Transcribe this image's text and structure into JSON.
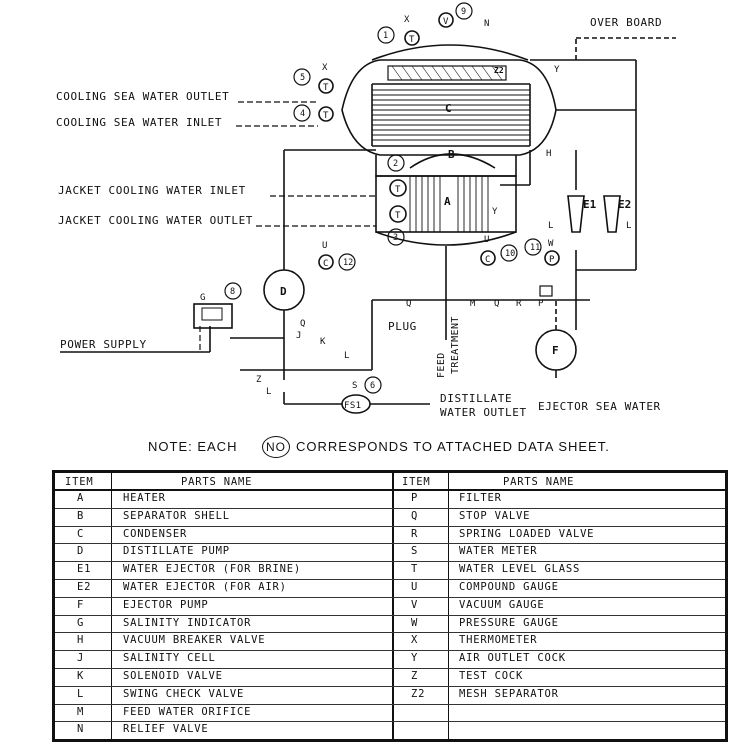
{
  "diagram": {
    "labels": {
      "overboard": "OVER BOARD",
      "cooling_outlet": "COOLING SEA WATER OUTLET",
      "cooling_inlet": "COOLING SEA WATER INLET",
      "jacket_inlet": "JACKET COOLING WATER INLET",
      "jacket_outlet": "JACKET COOLING WATER OUTLET",
      "power_supply": "POWER SUPPLY",
      "plug": "PLUG",
      "feed_treatment_1": "FEED",
      "feed_treatment_2": "TREATMENT",
      "distillate_1": "DISTILLATE",
      "distillate_2": "WATER OUTLET",
      "ejector_sea_water": "EJECTOR SEA WATER",
      "fs1": "FS1"
    },
    "numbered_tags": [
      {
        "num": "1",
        "code": "T"
      },
      {
        "num": "2",
        "code": "T"
      },
      {
        "num": "3",
        "code": "T"
      },
      {
        "num": "4",
        "code": "T"
      },
      {
        "num": "5",
        "code": "T"
      },
      {
        "num": "6",
        "code": "S"
      },
      {
        "num": "8",
        "code": "G"
      },
      {
        "num": "9",
        "code": "V"
      },
      {
        "num": "10",
        "code": "C"
      },
      {
        "num": "11",
        "code": "P"
      },
      {
        "num": "12",
        "code": "C"
      }
    ],
    "component_letters": [
      "A",
      "B",
      "C",
      "D",
      "E1",
      "E2",
      "F",
      "Z2"
    ],
    "valve_letters": [
      "X",
      "X",
      "N",
      "V",
      "H",
      "Y",
      "Y",
      "L",
      "L",
      "L",
      "L",
      "U",
      "U",
      "W",
      "Q",
      "M",
      "Q",
      "R",
      "P",
      "K",
      "J",
      "Z",
      "Q",
      "S"
    ]
  },
  "note": {
    "prefix": "NOTE:   EACH",
    "circled": "NO",
    "suffix": "CORRESPONDS TO ATTACHED DATA SHEET."
  },
  "parts_table": {
    "headers": {
      "item": "ITEM",
      "name": "PARTS   NAME"
    },
    "left": [
      {
        "item": "A",
        "name": "HEATER"
      },
      {
        "item": "B",
        "name": "SEPARATOR SHELL"
      },
      {
        "item": "C",
        "name": "CONDENSER"
      },
      {
        "item": "D",
        "name": "DISTILLATE PUMP"
      },
      {
        "item": "E1",
        "name": "WATER EJECTOR   (FOR BRINE)"
      },
      {
        "item": "E2",
        "name": "WATER EJECTOR   (FOR AIR)"
      },
      {
        "item": "F",
        "name": "EJECTOR PUMP"
      },
      {
        "item": "G",
        "name": "SALINITY INDICATOR"
      },
      {
        "item": "H",
        "name": "VACUUM BREAKER VALVE"
      },
      {
        "item": "J",
        "name": "SALINITY CELL"
      },
      {
        "item": "K",
        "name": "SOLENOID VALVE"
      },
      {
        "item": "L",
        "name": "SWING CHECK VALVE"
      },
      {
        "item": "M",
        "name": "FEED WATER ORIFICE"
      },
      {
        "item": "N",
        "name": "RELIEF VALVE"
      }
    ],
    "right": [
      {
        "item": "P",
        "name": "FILTER"
      },
      {
        "item": "Q",
        "name": "STOP VALVE"
      },
      {
        "item": "R",
        "name": "SPRING LOADED VALVE"
      },
      {
        "item": "S",
        "name": "WATER METER"
      },
      {
        "item": "T",
        "name": "WATER LEVEL GLASS"
      },
      {
        "item": "U",
        "name": "COMPOUND GAUGE"
      },
      {
        "item": "V",
        "name": "VACUUM  GAUGE"
      },
      {
        "item": "W",
        "name": "PRESSURE  GAUGE"
      },
      {
        "item": "X",
        "name": "THERMOMETER"
      },
      {
        "item": "Y",
        "name": "AIR OUTLET COCK"
      },
      {
        "item": "Z",
        "name": "TEST COCK"
      },
      {
        "item": "Z2",
        "name": "MESH SEPARATOR"
      },
      {
        "item": "",
        "name": ""
      },
      {
        "item": "",
        "name": ""
      }
    ]
  }
}
